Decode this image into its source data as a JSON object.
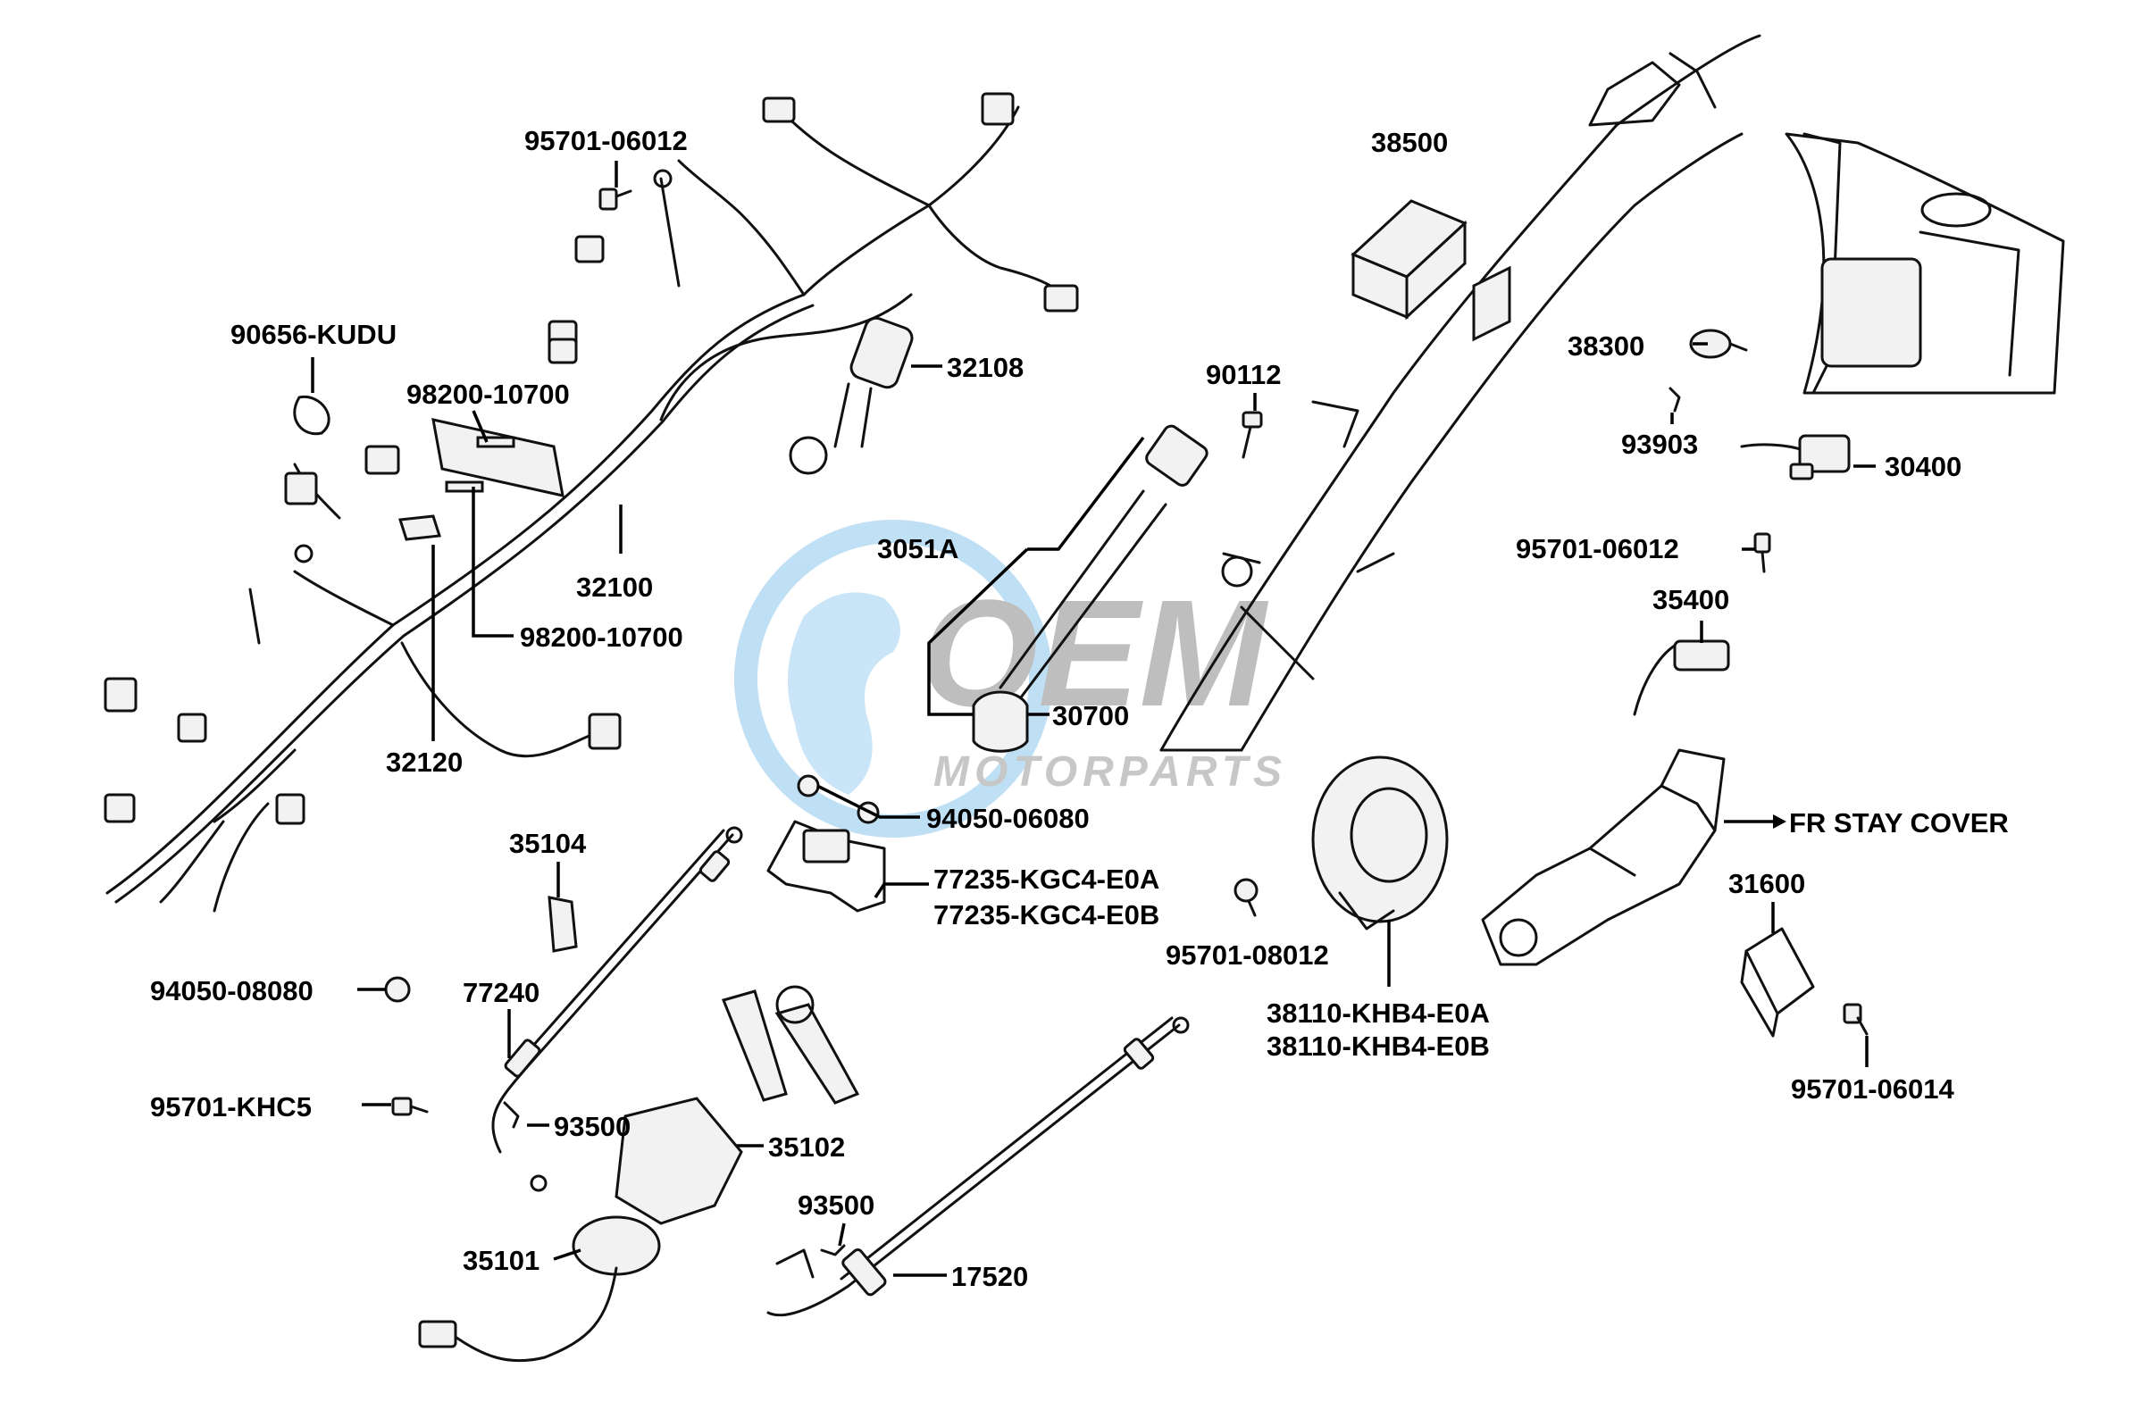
{
  "watermark": {
    "logo_text": "OEM",
    "sub_text": "MOTORPARTS"
  },
  "labels": {
    "p95701_06012_a": "95701-06012",
    "p90656_kudu": "90656-KUDU",
    "p98200_10700_a": "98200-10700",
    "p32108": "32108",
    "p32100": "32100",
    "p98200_10700_b": "98200-10700",
    "p32120": "32120",
    "p38500": "38500",
    "p90112": "90112",
    "p3051a": "3051A",
    "p30700": "30700",
    "p94050_06080": "94050-06080",
    "p77235_kgc4_e0a": "77235-KGC4-E0A",
    "p77235_kgc4_e0b": "77235-KGC4-E0B",
    "p95701_08012": "95701-08012",
    "p38110_khb4_e0a": "38110-KHB4-E0A",
    "p38110_khb4_e0b": "38110-KHB4-E0B",
    "p38300": "38300",
    "p93903": "93903",
    "p30400": "30400",
    "p95701_06012_b": "95701-06012",
    "p35400": "35400",
    "fr_stay_cover": "FR STAY COVER",
    "p31600": "31600",
    "p95701_06014": "95701-06014",
    "p35104": "35104",
    "p94050_08080": "94050-08080",
    "p77240": "77240",
    "p95701_khc5": "95701-KHC5",
    "p93500_a": "93500",
    "p35102": "35102",
    "p35101": "35101",
    "p93500_b": "93500",
    "p17520": "17520"
  },
  "colors": {
    "line": "#000000",
    "watermark_blue": "#5aa8e0",
    "watermark_grey": "#8a8a8a"
  }
}
